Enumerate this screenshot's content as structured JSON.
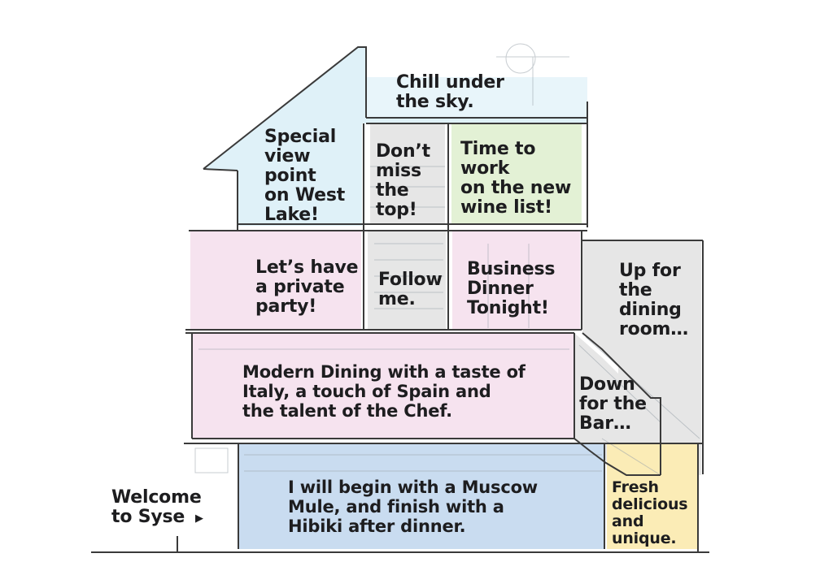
{
  "colors": {
    "sky_blue": "#dff1f8",
    "pink": "#f6e3ef",
    "green": "#e3f1d5",
    "grey": "#e6e6e6",
    "blue": "#c9dcf0",
    "yellow": "#fbecb6",
    "wall": "#3a3a3a"
  },
  "labels": {
    "rooftop": "Chill under\nthe sky.",
    "view_point": "Special\nview\npoint\non West\nLake!",
    "top_stair": "Don’t\nmiss\nthe\ntop!",
    "wine_office": "Time to\nwork\non the new\nwine list!",
    "private_party": "Let’s have\na private\nparty!",
    "follow_me": "Follow\nme.",
    "business_dinner": "Business\nDinner\nTonight!",
    "up_dining": "Up for\nthe\ndining\nroom…",
    "modern_dining": "Modern Dining with a taste of\nItaly, a touch of Spain and\nthe talent of the Chef.",
    "down_bar": "Down\nfor the\nBar…",
    "bar": "I will begin with a Muscow\nMule,  and finish with a\nHibiki after dinner.",
    "kitchen": "Fresh\ndelicious\nand\nunique.",
    "welcome": "Welcome\nto Syse"
  }
}
